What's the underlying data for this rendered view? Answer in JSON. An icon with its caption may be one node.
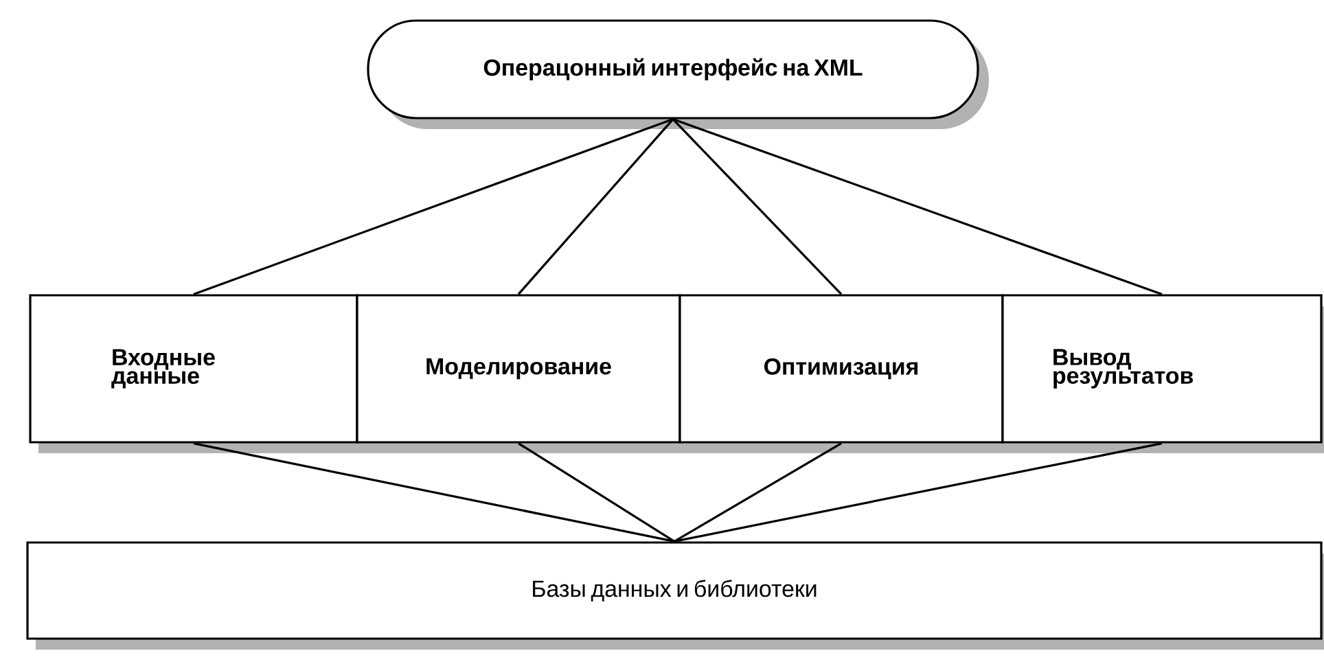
{
  "diagram": {
    "nodes": [
      {
        "text": [
          "Операцонный интерфейс на XML"
        ]
      },
      {
        "text": [
          "Входные данные"
        ]
      },
      {
        "text": [
          "Моделирование"
        ]
      },
      {
        "text": [
          "Оптимизация"
        ]
      },
      {
        "text": [
          "Вывод результатов"
        ]
      },
      {
        "text": [
          "Базы данных и библиотеки"
        ]
      }
    ],
    "edges": [
      {
        "from": 0,
        "to": 1,
        "arrow": "none"
      },
      {
        "from": 0,
        "to": 2,
        "arrow": "none"
      },
      {
        "from": 0,
        "to": 3,
        "arrow": "none"
      },
      {
        "from": 0,
        "to": 4,
        "arrow": "none"
      },
      {
        "from": 1,
        "to": 5,
        "arrow": "none"
      },
      {
        "from": 2,
        "to": 5,
        "arrow": "none"
      },
      {
        "from": 3,
        "to": 5,
        "arrow": "none"
      },
      {
        "from": 4,
        "to": 5,
        "arrow": "none"
      }
    ]
  }
}
